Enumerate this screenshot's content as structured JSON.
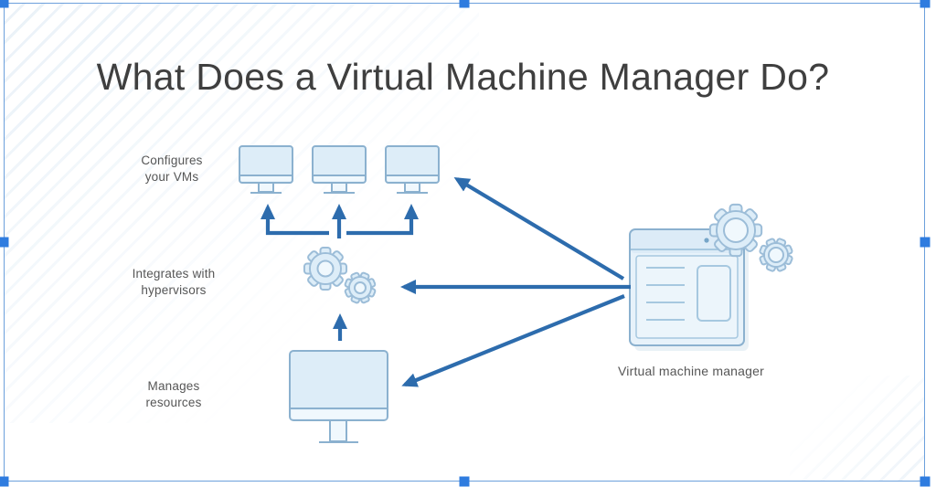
{
  "title": "What Does a Virtual Machine Manager Do?",
  "labels": {
    "configures": "Configures\nyour VMs",
    "integrates": "Integrates with\nhypervisors",
    "manages": "Manages\nresources",
    "vmm": "Virtual machine manager"
  },
  "icons": {
    "vm_monitors": "three-monitor-icons",
    "hypervisor": "gears-icon",
    "resources": "desktop-monitor-icon",
    "vmm": "browser-window-with-gears-icon"
  },
  "colors": {
    "arrow_blue": "#2d6cad",
    "icon_stroke": "#8bb1cf",
    "gear_stroke": "#9cbdd8",
    "icon_fill": "#ddedf8",
    "icon_fill_light": "#f0f8fd",
    "window_fill": "#e7f2fa",
    "window_header": "#dcebf7",
    "window_detail": "#a6c8e0",
    "selection_handle": "#2f7cdf",
    "selection_border": "#6ca0dc",
    "title_color": "#3f3f3f",
    "label_color": "#565656",
    "stripe_color": "#e3edf6",
    "shadow": "#cfe0ec"
  }
}
